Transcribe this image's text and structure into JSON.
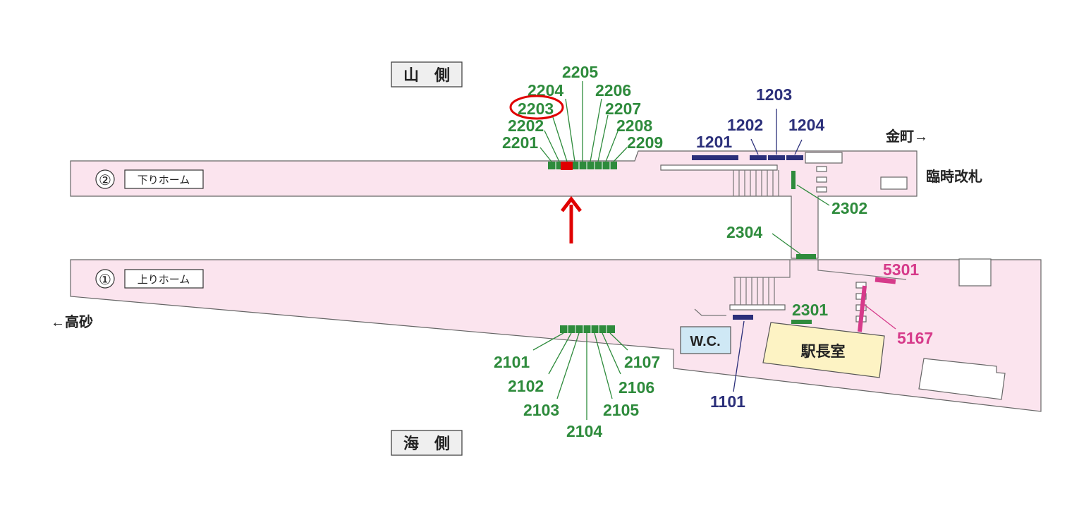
{
  "sides": {
    "mountain": "山　側",
    "sea": "海　側"
  },
  "directions": {
    "kanamachi": "金町→",
    "takasago": "←高砂"
  },
  "gate": "臨時改札",
  "platforms": {
    "p2": {
      "number": "②",
      "label": "下りホーム"
    },
    "p1": {
      "number": "①",
      "label": "上りホーム"
    }
  },
  "rooms": {
    "wc": "W.C.",
    "station_master": "駅長室"
  },
  "ads": {
    "p2_cluster": [
      "2201",
      "2202",
      "2203",
      "2204",
      "2205",
      "2206",
      "2207",
      "2208",
      "2209"
    ],
    "p1_cluster": [
      "2101",
      "2102",
      "2103",
      "2104",
      "2105",
      "2106",
      "2107"
    ],
    "p2_blue": [
      "1201",
      "1202",
      "1203",
      "1204"
    ],
    "others": {
      "a2302": "2302",
      "a2304": "2304",
      "a2301": "2301",
      "a1101": "1101",
      "a5301": "5301",
      "a5167": "5167"
    }
  },
  "highlight": {
    "ad": "2203"
  },
  "colors": {
    "platform": "#fbe4ee",
    "green_ad": "#2e8b3c",
    "blue_ad": "#2b2f7a",
    "magenta_ad": "#d63a8a",
    "highlight": "#e00000",
    "wc_bg": "#cfe8f5",
    "office_bg": "#fdf3c4"
  }
}
